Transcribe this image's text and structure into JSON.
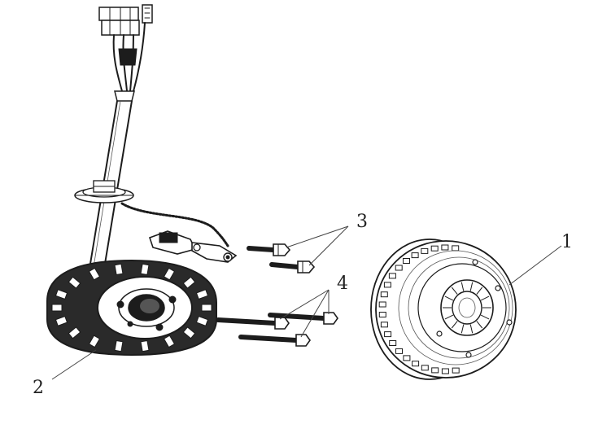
{
  "callouts": [
    {
      "id": "1",
      "text": "1"
    },
    {
      "id": "2",
      "text": "2"
    },
    {
      "id": "3",
      "text": "3"
    },
    {
      "id": "4",
      "text": "4"
    }
  ],
  "colors": {
    "ink": "#1c1c1c",
    "background": "#ffffff"
  }
}
